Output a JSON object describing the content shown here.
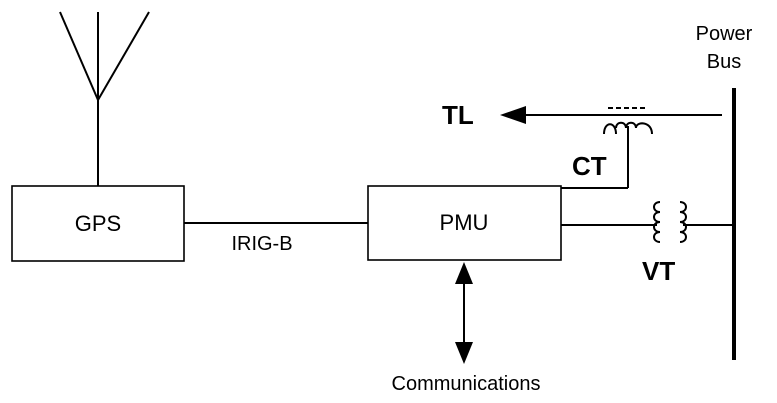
{
  "labels": {
    "gps": "GPS",
    "pmu": "PMU",
    "irig_b": "IRIG-B",
    "power_line1": "Power",
    "power_line2": "Bus",
    "tl": "TL",
    "ct": "CT",
    "vt": "VT",
    "communications": "Communications"
  },
  "colors": {
    "line": "#000000",
    "background": "#ffffff"
  }
}
